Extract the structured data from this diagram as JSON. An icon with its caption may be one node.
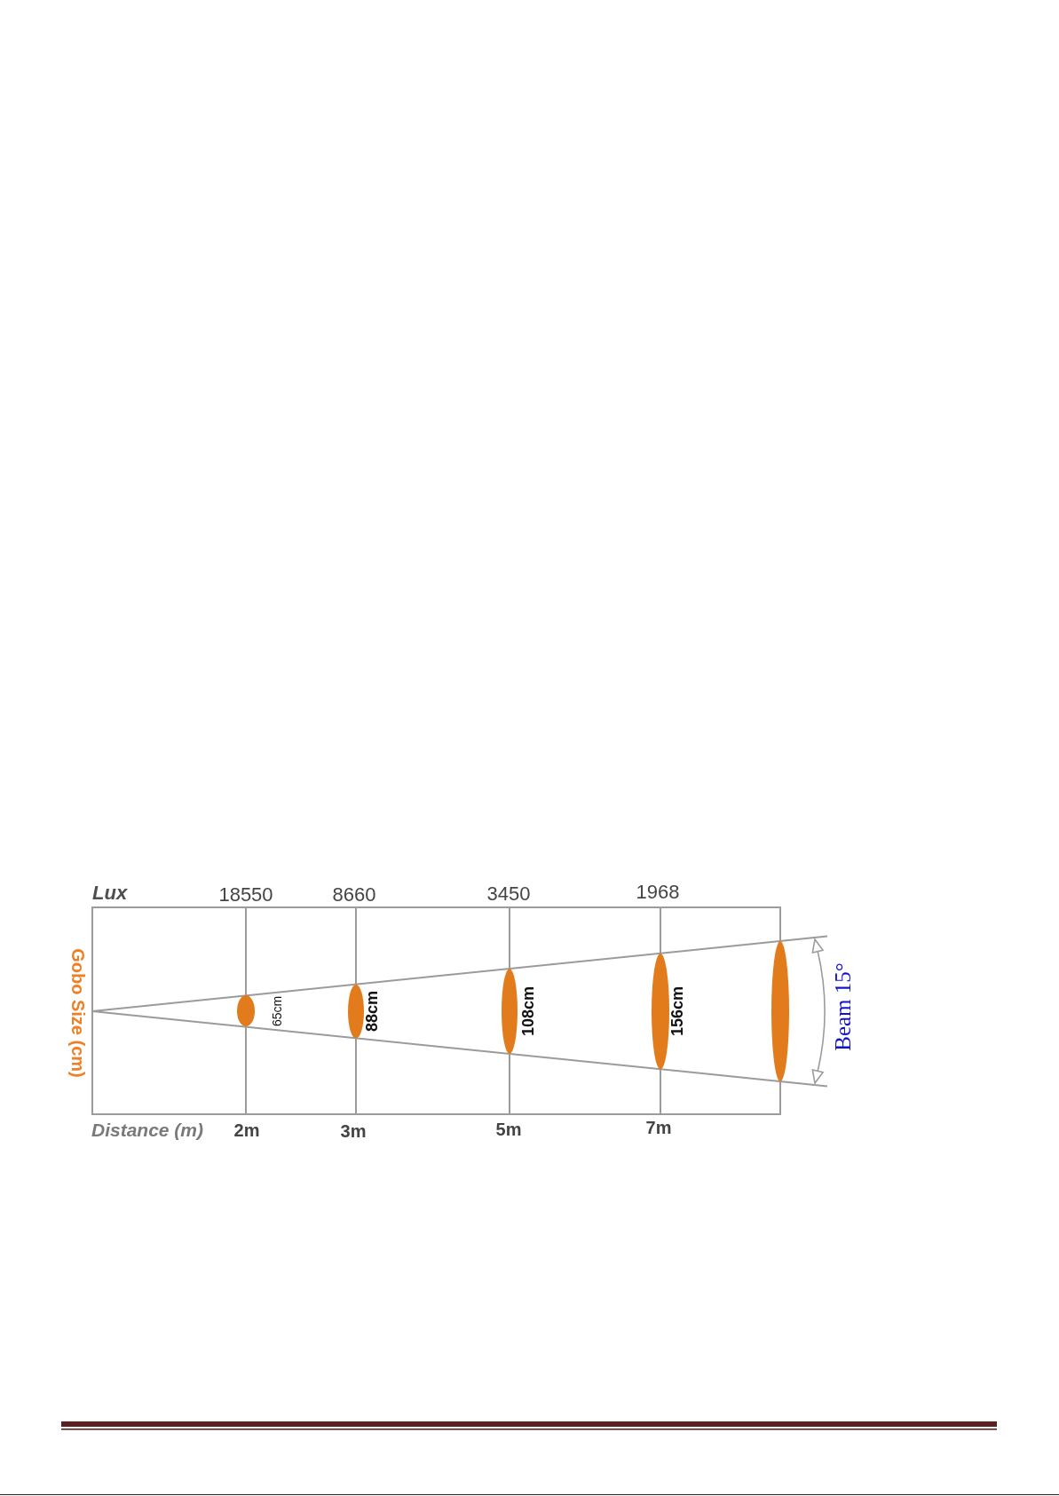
{
  "diagram": {
    "nodes": [
      {
        "text": [],
        "shape": "ellipse",
        "beside": [
          "65cm"
        ]
      },
      {
        "text": [],
        "shape": "ellipse",
        "beside": [
          "88cm"
        ]
      },
      {
        "text": [],
        "shape": "ellipse",
        "beside": [
          "108cm"
        ]
      },
      {
        "text": [],
        "shape": "ellipse",
        "beside": [
          "156cm"
        ]
      },
      {
        "text": [],
        "shape": "ellipse"
      }
    ],
    "labels": [
      "Lux",
      "18550",
      "8660",
      "3450",
      "1968",
      "Gobo Size (cm)",
      "Beam 15°",
      "Distance (m)",
      "2m",
      "3m",
      "5m",
      "7m"
    ]
  }
}
